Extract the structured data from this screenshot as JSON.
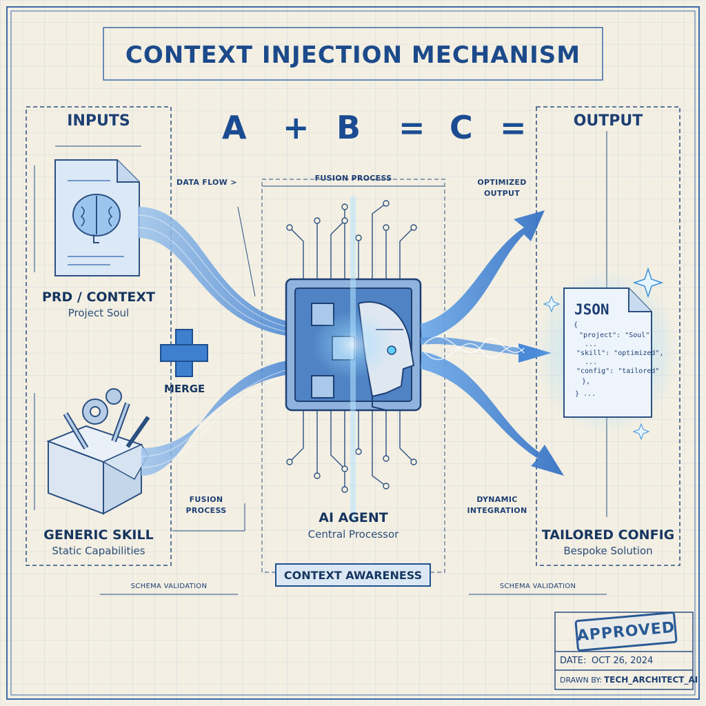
{
  "title": "CONTEXT INJECTION MECHANISM",
  "sections": {
    "inputs": "INPUTS",
    "output": "OUTPUT"
  },
  "equation": [
    "A",
    "+",
    "B",
    "=",
    "C",
    "="
  ],
  "inputs": {
    "prd": {
      "title": "PRD / CONTEXT",
      "subtitle": "Project Soul"
    },
    "skill": {
      "title": "GENERIC SKILL",
      "subtitle": "Static Capabilities"
    }
  },
  "merge_label": "MERGE",
  "agent": {
    "title": "AI AGENT",
    "subtitle": "Central Processor"
  },
  "output": {
    "title": "TAILORED CONFIG",
    "subtitle": "Bespoke Solution",
    "doc_title": "JSON",
    "doc_lines": [
      "{",
      "\"project\": \"Soul\",",
      "...",
      "\"skill\": \"optimized\",",
      "...",
      "\"config\": \"tailored\"",
      "},",
      "} ..."
    ]
  },
  "annotations": {
    "data_flow": "DATA FLOW >",
    "fusion_process_top": "FUSION PROCESS",
    "optimized_output": [
      "OPTIMIZED",
      "OUTPUT"
    ],
    "fusion_process_bottom": [
      "FUSION",
      "PROCESS"
    ],
    "dynamic_integration": [
      "DYNAMIC",
      "INTEGRATION"
    ],
    "schema_left": "SCHEMA VALIDATION",
    "schema_right": "SCHEMA VALIDATION"
  },
  "context_awareness": "CONTEXT AWARENESS",
  "title_block": {
    "stamp": "APPROVED",
    "date_label": "DATE:",
    "date_value": "OCT 26, 2024",
    "drawn_label": "DRAWN BY:",
    "drawn_value": "TECH_ARCHITECT_AI"
  },
  "colors": {
    "paper": "#f3efe3",
    "ink": "#1d3f73",
    "accent": "#3b82d6",
    "glow": "#8fd3ff"
  },
  "icons": [
    "brain-icon",
    "toolbox-icon",
    "gear-icon",
    "wrench-icon",
    "chip-icon",
    "robot-head-icon",
    "json-document-icon",
    "sparkle-icon",
    "plus-icon"
  ]
}
